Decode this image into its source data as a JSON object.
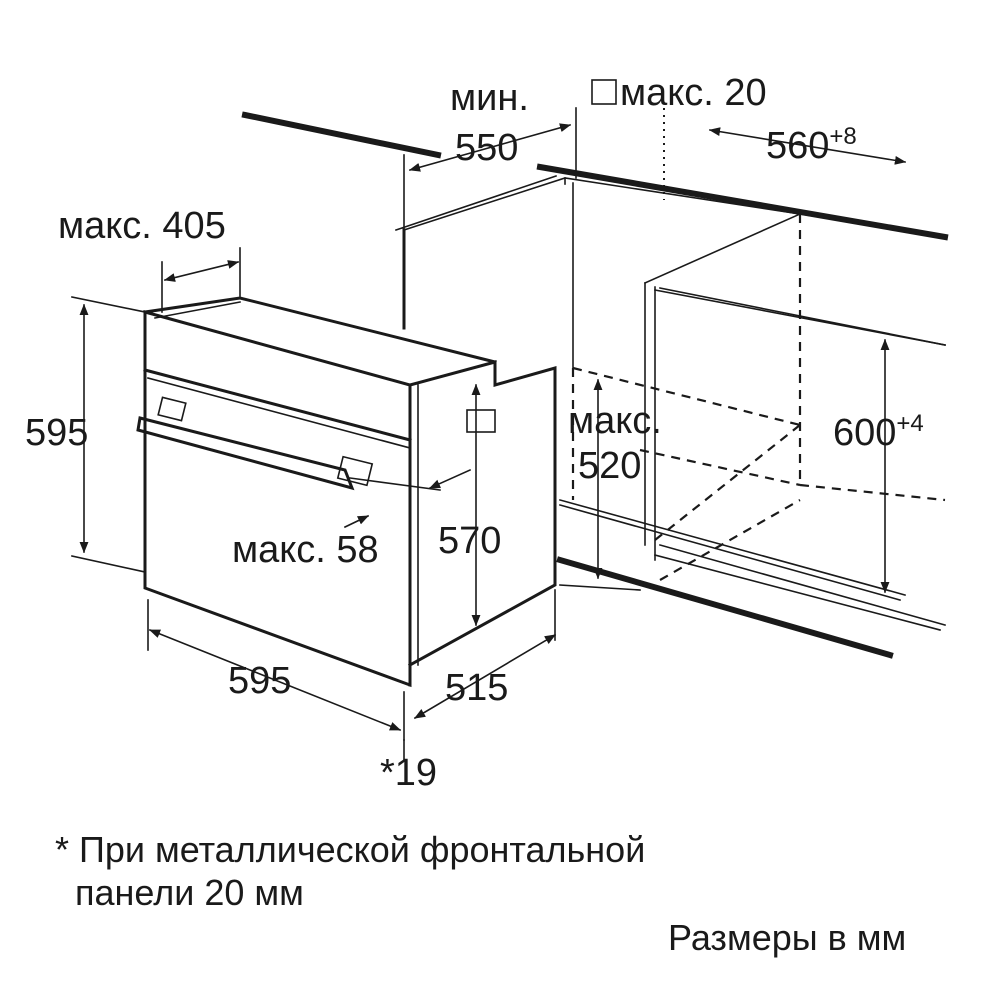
{
  "labels": {
    "min_label": "мин.",
    "min_value": "550",
    "max20": "макс. 20",
    "width_560": "560",
    "width_560_tol": "+8",
    "max405": "макс. 405",
    "height_595": "595",
    "max520_label": "макс.",
    "max520_value": "520",
    "height_600": "600",
    "height_600_tol": "+4",
    "max58": "макс. 58",
    "height_570": "570",
    "width_595": "595",
    "depth_515": "515",
    "front_19": "*19"
  },
  "footnote": {
    "line1": "* При металлической фронтальной",
    "line2": "панели 20 мм"
  },
  "units_note": "Размеры в мм"
}
